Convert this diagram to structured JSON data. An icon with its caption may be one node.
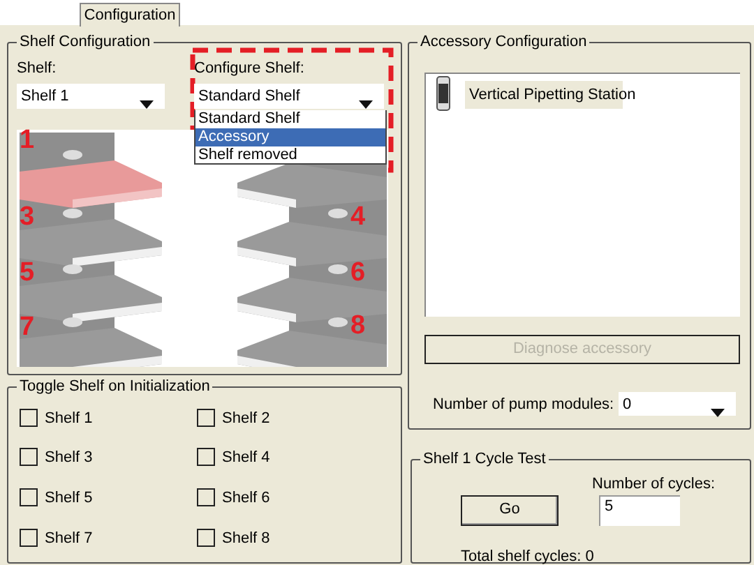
{
  "diagram": {
    "nodes": [
      {
        "text": [
          "Shelf Configuration"
        ]
      },
      {
        "text": [
          "Accessory Configuration"
        ]
      },
      {
        "text": [
          "Toggle Shelf on Initialization"
        ]
      },
      {
        "text": [
          "Shelf 1 Cycle Test"
        ]
      }
    ],
    "labels": [
      "Configuration",
      "Shelf:",
      "Shelf 1",
      "Configure Shelf:",
      "Standard Shelf",
      "Standard Shelf",
      "Accessory",
      "Shelf removed",
      "1",
      "3",
      "4",
      "5",
      "6",
      "7",
      "8",
      "Vertical Pipetting Station",
      "Diagnose accessory",
      "Number of pump modules:",
      "0",
      "Shelf 1",
      "Shelf 2",
      "Shelf 3",
      "Shelf 4",
      "Shelf 5",
      "Shelf 6",
      "Shelf 7",
      "Shelf 8",
      "Number of cycles:",
      "Go",
      "5",
      "Total shelf cycles: 0"
    ]
  }
}
